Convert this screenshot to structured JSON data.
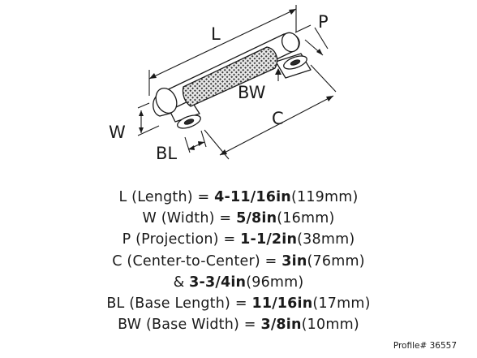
{
  "diagram": {
    "labels": {
      "length": "L",
      "projection": "P",
      "base_width": "BW",
      "width": "W",
      "center_to_center": "C",
      "base_length": "BL"
    }
  },
  "specs": [
    {
      "name": "L (Length) = ",
      "imperial": "4-11/16in",
      "metric": "(119mm)"
    },
    {
      "name": "W (Width) = ",
      "imperial": "5/8in",
      "metric": "(16mm)"
    },
    {
      "name": "P (Projection) = ",
      "imperial": "1-1/2in",
      "metric": "(38mm)"
    },
    {
      "name": "C (Center-to-Center) = ",
      "imperial": "3in",
      "metric": "(76mm)"
    },
    {
      "name": "& ",
      "imperial": "3-3/4in",
      "metric": "(96mm)"
    },
    {
      "name": "BL (Base Length) = ",
      "imperial": "11/16in",
      "metric": "(17mm)"
    },
    {
      "name": "BW (Base Width) = ",
      "imperial": "3/8in",
      "metric": "(10mm)"
    }
  ],
  "profile": "Profile# 36557"
}
